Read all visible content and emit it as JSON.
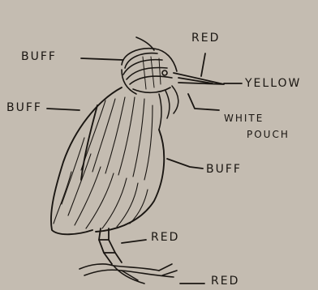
{
  "labels": {
    "crown": "BUFF",
    "bill_tip": "RED",
    "bill": "YELLOW",
    "throat_line1": "WHITE",
    "throat_line2": "POUCH",
    "back": "BUFF",
    "wing": "BUFF",
    "leg": "RED",
    "foot": "RED"
  },
  "colors": {
    "paper": "#c4bcb1",
    "ink": "#1a1612"
  }
}
